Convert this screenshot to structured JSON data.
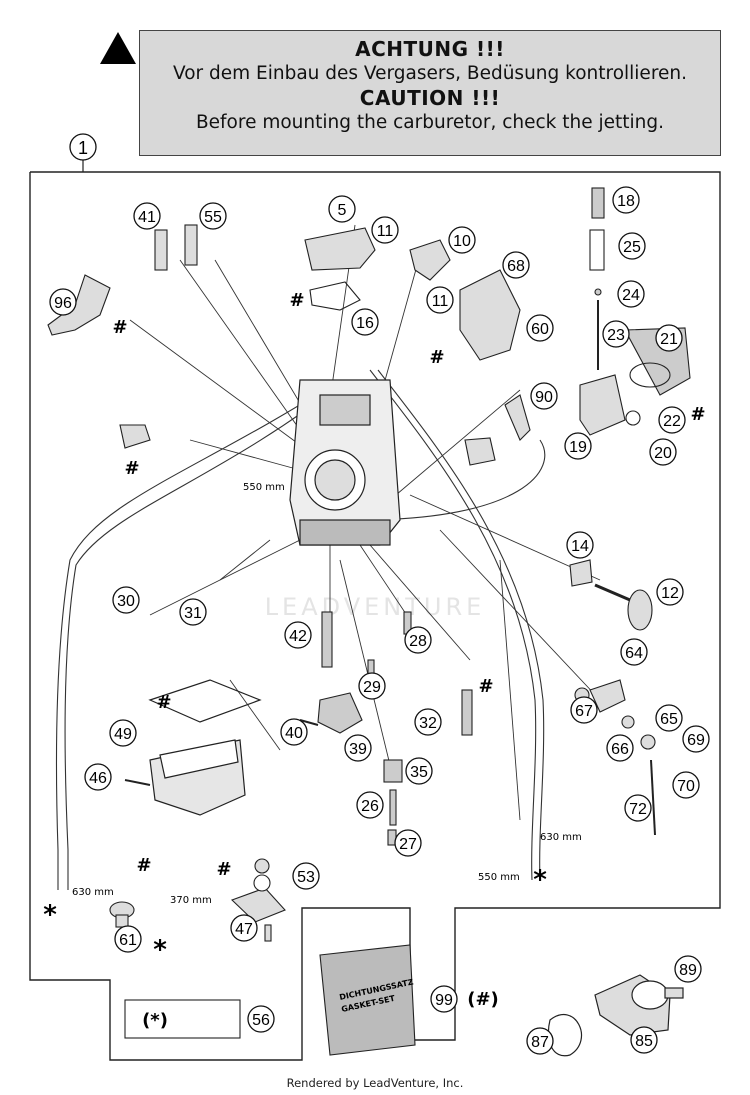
{
  "banner": {
    "heading_de": "ACHTUNG !!!",
    "text_de": "Vor dem Einbau des Vergasers, Bedüsung kontrollieren.",
    "heading_en": "CAUTION !!!",
    "text_en": "Before mounting the carburetor, check the jetting."
  },
  "assembly_number": "1",
  "callouts": [
    "41",
    "55",
    "5",
    "11",
    "10",
    "18",
    "25",
    "96",
    "68",
    "11",
    "24",
    "60",
    "16",
    "23",
    "21",
    "90",
    "22",
    "19",
    "20",
    "14",
    "12",
    "30",
    "31",
    "42",
    "28",
    "64",
    "29",
    "32",
    "67",
    "40",
    "39",
    "65",
    "49",
    "69",
    "66",
    "46",
    "35",
    "70",
    "72",
    "26",
    "27",
    "53",
    "61",
    "47",
    "99",
    "89",
    "56",
    "87",
    "85"
  ],
  "marks": {
    "hash": "#",
    "star": "*",
    "star_paren": "(*)",
    "hash_paren": "(#)"
  },
  "dimensions": {
    "d550a": "550 mm",
    "d630a": "630 mm",
    "d630b": "630 mm",
    "d370": "370 mm",
    "d550b": "550 mm"
  },
  "gasket_set_label": {
    "line1": "DICHTUNGSSATZ",
    "line2": "GASKET-SET"
  },
  "watermark": "LEADVENTURE",
  "footer": "Rendered by LeadVenture, Inc."
}
